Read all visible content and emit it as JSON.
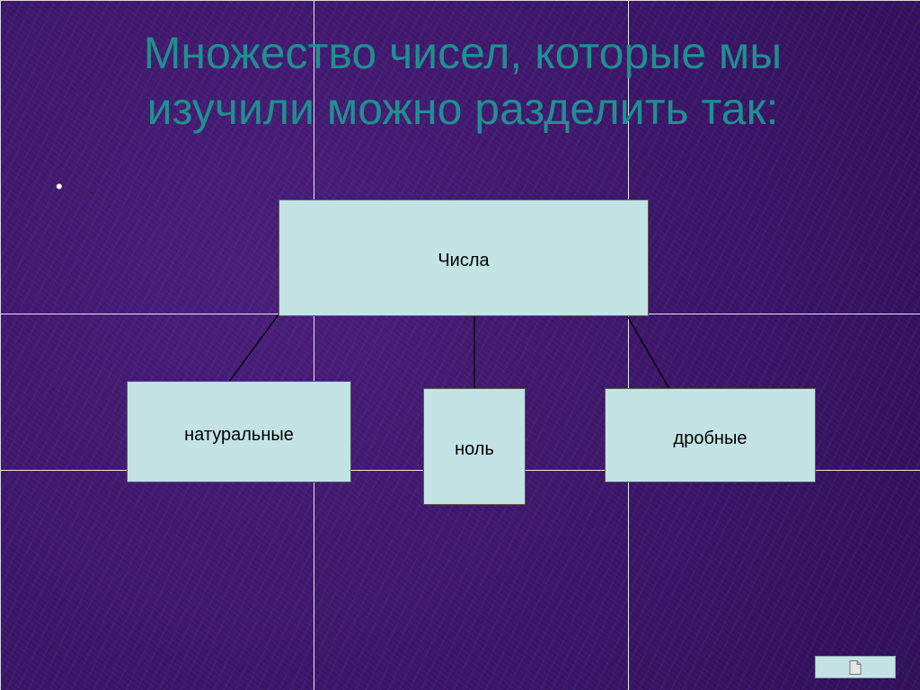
{
  "slide": {
    "title": "Множество чисел, которые мы изучили можно разделить так:",
    "bullet_symbol": "•",
    "bullet_text": "."
  },
  "diagram": {
    "root": {
      "label": "Числа"
    },
    "children": [
      {
        "label": "натуральные"
      },
      {
        "label": "ноль"
      },
      {
        "label": "дробные"
      }
    ]
  },
  "colors": {
    "background": "#3a1566",
    "title": "#1f8f8f",
    "box_fill": "#c3e3e5",
    "grid_lines": "#e8e6ee"
  },
  "nav": {
    "icon": "document-icon"
  }
}
